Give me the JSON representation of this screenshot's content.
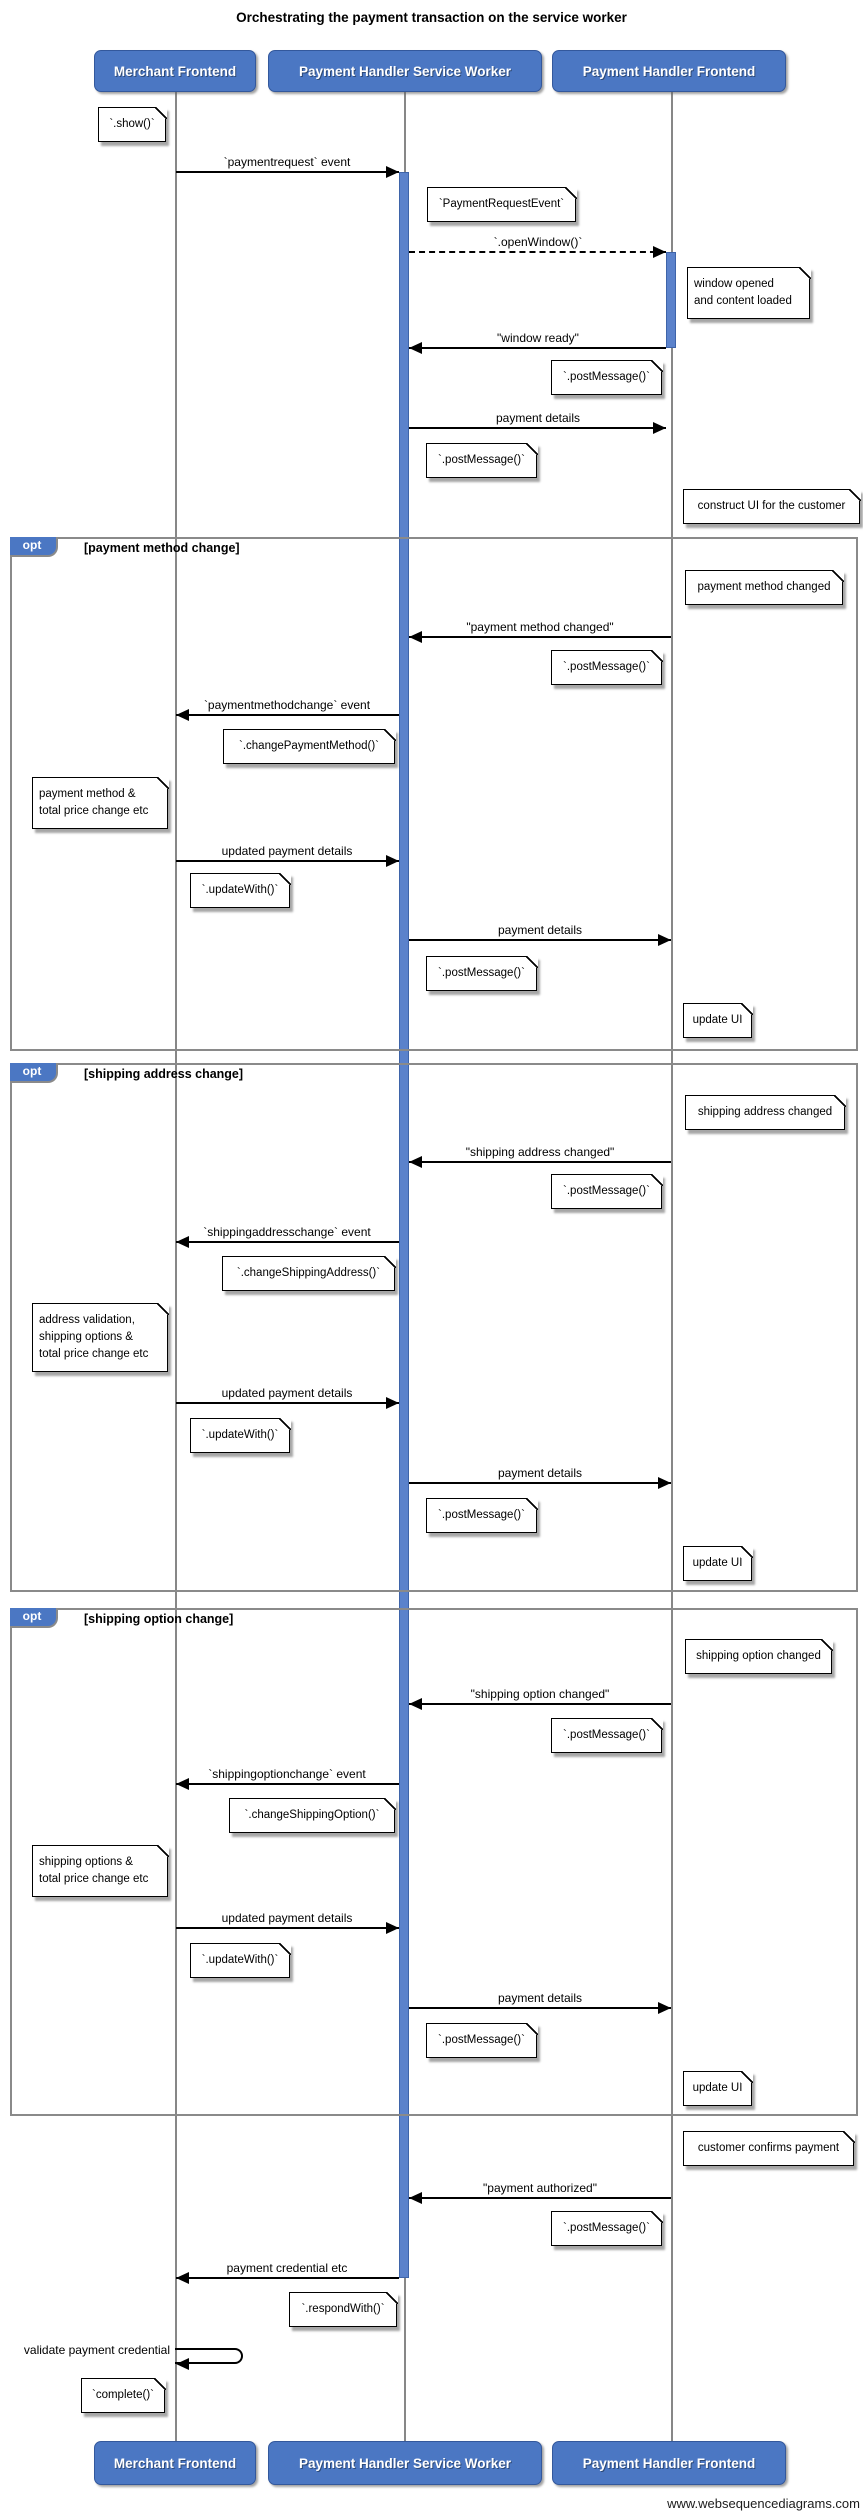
{
  "title": "Orchestrating the payment transaction on the service worker",
  "footer": "www.websequencediagrams.com",
  "colors": {
    "participant_fill": "#4b77c3",
    "participant_border": "#33589c",
    "activation_fill": "#5b82cb",
    "fragment_border": "#8a8a8a",
    "lifeline": "#878787",
    "note_fill": "#ffffff"
  },
  "participants": [
    {
      "label": "Merchant Frontend"
    },
    {
      "label": "Payment Handler Service Worker"
    },
    {
      "label": "Payment Handler Frontend"
    }
  ],
  "fragments": [
    {
      "keyword": "opt",
      "condition": "[payment method change]"
    },
    {
      "keyword": "opt",
      "condition": "[shipping address change]"
    },
    {
      "keyword": "opt",
      "condition": "[shipping option change]"
    }
  ],
  "messages": [
    {
      "label": "`paymentrequest` event"
    },
    {
      "label": "`.openWindow()`"
    },
    {
      "label": "\"window ready\""
    },
    {
      "label": "payment details"
    },
    {
      "label": "\"payment method changed\""
    },
    {
      "label": "`paymentmethodchange` event"
    },
    {
      "label": "updated payment details"
    },
    {
      "label": "payment details"
    },
    {
      "label": "\"shipping address changed\""
    },
    {
      "label": "`shippingaddresschange` event"
    },
    {
      "label": "updated payment details"
    },
    {
      "label": "payment details"
    },
    {
      "label": "\"shipping option changed\""
    },
    {
      "label": "`shippingoptionchange` event"
    },
    {
      "label": "updated payment details"
    },
    {
      "label": "payment details"
    },
    {
      "label": "\"payment authorized\""
    },
    {
      "label": "payment credential etc"
    },
    {
      "label": "validate payment credential"
    }
  ],
  "notes": [
    {
      "text": "`.show()`"
    },
    {
      "text": "`PaymentRequestEvent`"
    },
    {
      "text": "window opened\nand content loaded"
    },
    {
      "text": "`.postMessage()`"
    },
    {
      "text": "`.postMessage()`"
    },
    {
      "text": "construct UI for the customer"
    },
    {
      "text": "payment method changed"
    },
    {
      "text": "`.postMessage()`"
    },
    {
      "text": "`.changePaymentMethod()`"
    },
    {
      "text": "payment method &\ntotal price change etc"
    },
    {
      "text": "`.updateWith()`"
    },
    {
      "text": "`.postMessage()`"
    },
    {
      "text": "update UI"
    },
    {
      "text": "shipping address changed"
    },
    {
      "text": "`.postMessage()`"
    },
    {
      "text": "`.changeShippingAddress()`"
    },
    {
      "text": "address validation,\nshipping options &\ntotal price change etc"
    },
    {
      "text": "`.updateWith()`"
    },
    {
      "text": "`.postMessage()`"
    },
    {
      "text": "update UI"
    },
    {
      "text": "shipping option changed"
    },
    {
      "text": "`.postMessage()`"
    },
    {
      "text": "`.changeShippingOption()`"
    },
    {
      "text": "shipping options &\ntotal price change etc"
    },
    {
      "text": "`.updateWith()`"
    },
    {
      "text": "`.postMessage()`"
    },
    {
      "text": "update UI"
    },
    {
      "text": "customer confirms payment"
    },
    {
      "text": "`.postMessage()`"
    },
    {
      "text": "`.respondWith()`"
    },
    {
      "text": "`complete()`"
    }
  ]
}
